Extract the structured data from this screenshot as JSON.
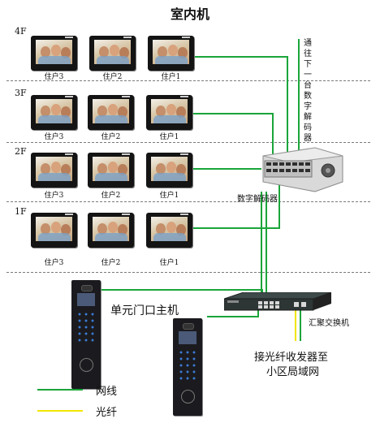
{
  "title": "室内机",
  "floors": [
    {
      "label": "4F",
      "units": [
        "住户3",
        "住户2",
        "住户1"
      ]
    },
    {
      "label": "3F",
      "units": [
        "住户3",
        "住户2",
        "住户1"
      ]
    },
    {
      "label": "2F",
      "units": [
        "住户3",
        "住户2",
        "住户1"
      ]
    },
    {
      "label": "1F",
      "units": [
        "住户3",
        "住户2",
        "住户1"
      ]
    }
  ],
  "to_next_decoder": "通往下一台数字解码器",
  "decoder_label": "数字解码器",
  "switch_label": "汇聚交换机",
  "door_station_label": "单元门口主机",
  "uplink_label_line1": "接光纤收发器至",
  "uplink_label_line2": "小区局域网",
  "legend": [
    {
      "label": "网线",
      "color": "#1aa53a"
    },
    {
      "label": "光纤",
      "color": "#f2e600"
    }
  ],
  "colors": {
    "cable": "#1aa53a",
    "fiber": "#f2e600"
  }
}
